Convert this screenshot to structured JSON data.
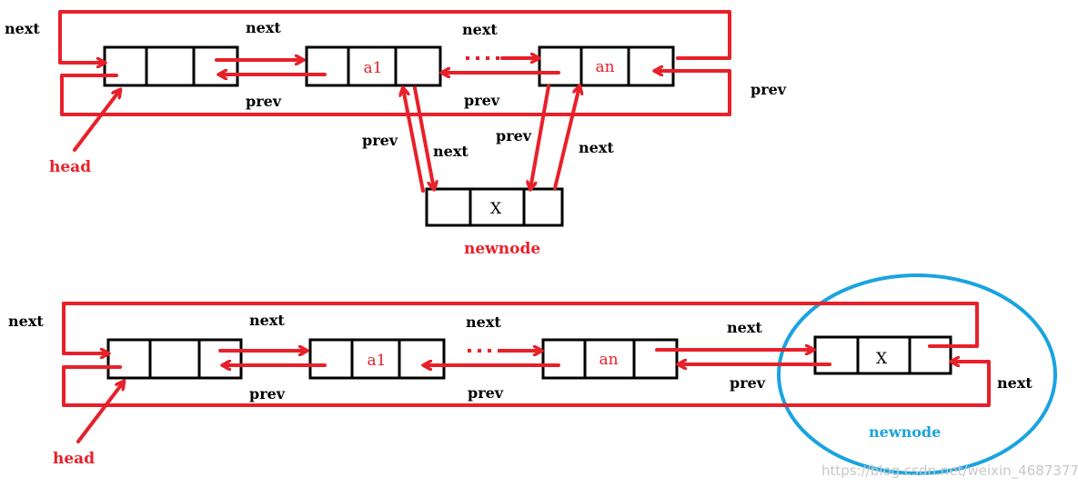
{
  "colors": {
    "pointer": "#e8202a",
    "node_border": "#000000",
    "highlight_ring": "#1aa3e0",
    "watermark": "#c8c8c8"
  },
  "top": {
    "head_label": "head",
    "node_a1_value": "a1",
    "node_an_value": "an",
    "newnode_value": "X",
    "newnode_label": "newnode",
    "labels": {
      "next_outer_left": "next",
      "next_head_a1": "next",
      "next_a1_an": "next",
      "prev_outer_right": "prev",
      "prev_a1_head": "prev",
      "prev_an_a1": "prev",
      "prev_new_to_a1": "prev",
      "next_a1_to_new": "next",
      "prev_an_to_new": "prev",
      "next_new_to_an": "next"
    }
  },
  "bottom": {
    "head_label": "head",
    "node_a1_value": "a1",
    "node_an_value": "an",
    "newnode_value": "X",
    "newnode_label": "newnode",
    "labels": {
      "next_outer_left": "next",
      "next_head_a1": "next",
      "next_a1_an": "next",
      "next_an_new": "next",
      "prev_a1_head": "prev",
      "prev_an_a1": "prev",
      "prev_new_an": "prev",
      "next_outer_right": "next"
    }
  },
  "watermark": "https://blog.csdn.net/weixin_46873777"
}
